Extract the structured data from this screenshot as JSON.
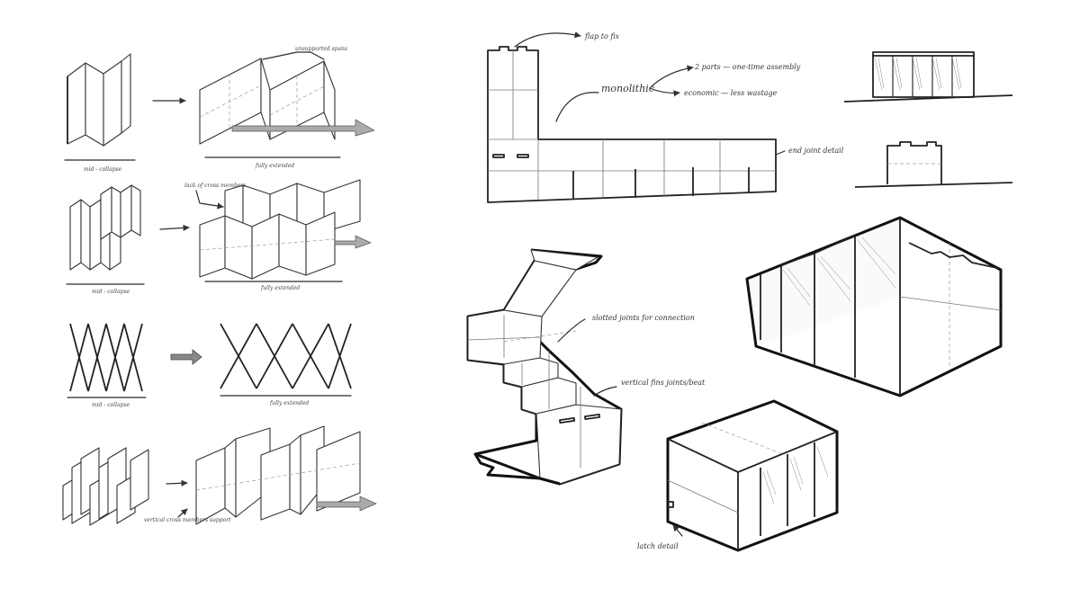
{
  "labels": {
    "unsupported_spans": "unsupported spans",
    "lack_of_cross_members": "lack of cross members",
    "vertical_cross_members": "vertical cross members support",
    "flap_to_fix": "flap to fix",
    "monolithic": "monolithic",
    "two_parts": "2 parts — one-time assembly",
    "economic": "economic — less wastage",
    "end_joint_detail": "end joint detail",
    "slotted_joints": "slotted joints for connection",
    "vertical_fins": "vertical fins joints/beat",
    "latch_detail": "latch detail"
  },
  "captions": {
    "row1_collapsed": "mid - collapse",
    "row1_extended": "fully extended",
    "row2_collapsed": "mid - collapse",
    "row2_extended": "fully extended",
    "row3_collapsed": "mid - collapse",
    "row3_extended": "fully extended"
  }
}
